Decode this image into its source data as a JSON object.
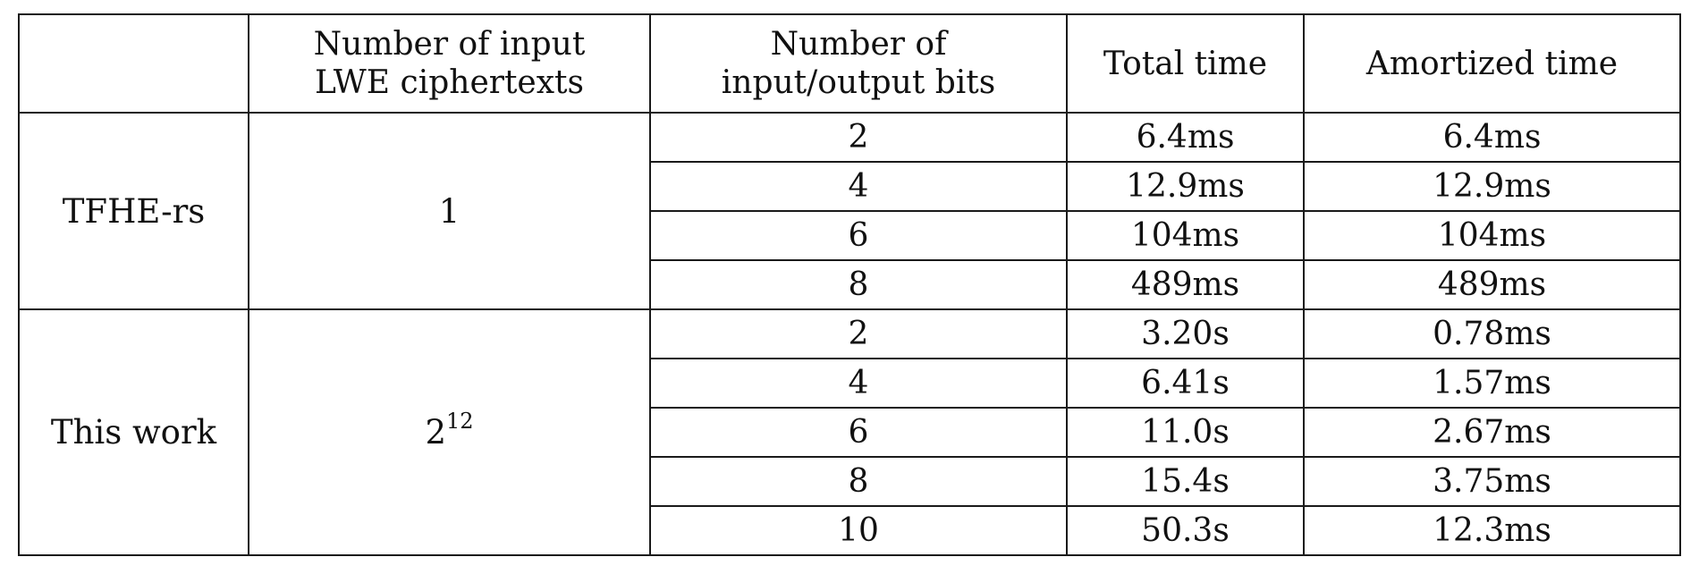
{
  "table": {
    "headers": {
      "method": "",
      "num_ciphertexts": [
        "Number of input",
        "LWE ciphertexts"
      ],
      "num_bits": [
        "Number of",
        "input/output bits"
      ],
      "total_time": "Total time",
      "amortized_time": "Amortized time"
    },
    "groups": [
      {
        "method": "TFHE-rs",
        "ciphertexts_base": "1",
        "ciphertexts_exponent": "",
        "rows": [
          {
            "bits": "2",
            "total": "6.4ms",
            "amortized": "6.4ms"
          },
          {
            "bits": "4",
            "total": "12.9ms",
            "amortized": "12.9ms"
          },
          {
            "bits": "6",
            "total": "104ms",
            "amortized": "104ms"
          },
          {
            "bits": "8",
            "total": "489ms",
            "amortized": "489ms"
          }
        ]
      },
      {
        "method": "This work",
        "ciphertexts_base": "2",
        "ciphertexts_exponent": "12",
        "rows": [
          {
            "bits": "2",
            "total": "3.20s",
            "amortized": "0.78ms"
          },
          {
            "bits": "4",
            "total": "6.41s",
            "amortized": "1.57ms"
          },
          {
            "bits": "6",
            "total": "11.0s",
            "amortized": "2.67ms"
          },
          {
            "bits": "8",
            "total": "15.4s",
            "amortized": "3.75ms"
          },
          {
            "bits": "10",
            "total": "50.3s",
            "amortized": "12.3ms"
          }
        ]
      }
    ]
  }
}
